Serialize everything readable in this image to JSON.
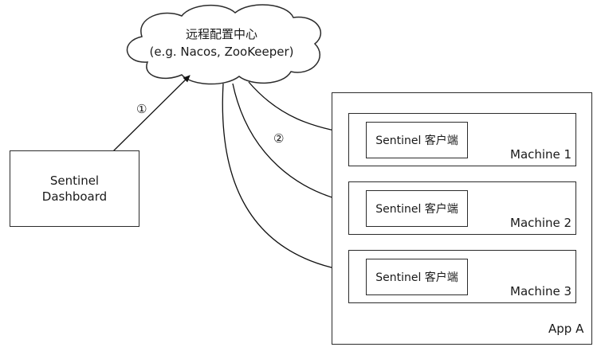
{
  "config_center": {
    "title": "远程配置中心",
    "subtitle": "(e.g. Nacos, ZooKeeper)"
  },
  "dashboard": {
    "line1": "Sentinel",
    "line2": "Dashboard"
  },
  "steps": {
    "push": "①",
    "pull": "②"
  },
  "app": {
    "label": "App A",
    "machines": [
      {
        "label": "Machine 1",
        "client": "Sentinel 客户端"
      },
      {
        "label": "Machine 2",
        "client": "Sentinel 客户端"
      },
      {
        "label": "Machine 3",
        "client": "Sentinel 客户端"
      }
    ]
  }
}
